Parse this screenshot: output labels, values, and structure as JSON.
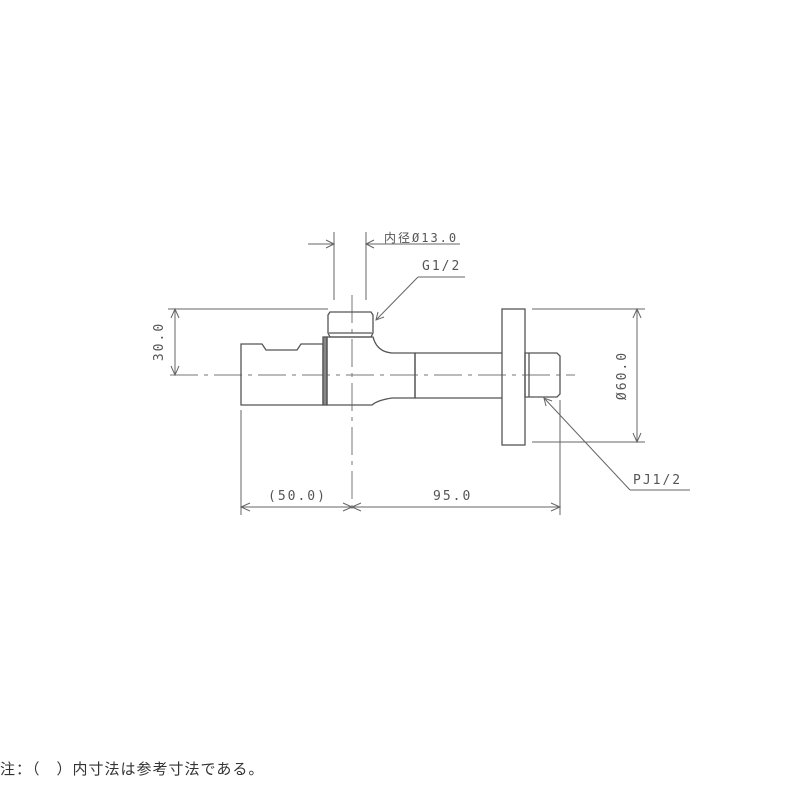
{
  "drawing": {
    "title": "Angle stop valve dimensional drawing",
    "dimensions": {
      "inner_diameter": "内径Ø13.0",
      "top_thread": "G1/2",
      "height_to_center": "30.0",
      "flange_diameter": "Ø60.0",
      "outlet_thread": "PJ1/2",
      "handle_length": "(50.0)",
      "body_length": "95.0"
    },
    "note": "注：（　）内寸法は参考寸法である。"
  },
  "colors": {
    "line": "#555555",
    "dim_line": "#666666",
    "background": "#ffffff"
  }
}
